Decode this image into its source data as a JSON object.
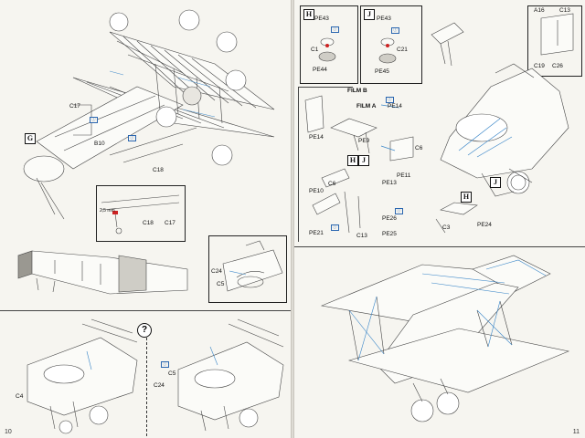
{
  "left_page": {
    "page_number": "10",
    "step_label": "G",
    "parts": {
      "c17": "C17",
      "b10": "B10",
      "c18": "C18",
      "c18_c17": "C18",
      "c17_b": "C17",
      "measure": "2,5 mm",
      "c24_top": "C24",
      "c5_top": "C5",
      "c4": "C4",
      "c24": "C24",
      "c5": "C5"
    },
    "question_mark": "?"
  },
  "right_page": {
    "page_number": "11",
    "step_h": "H",
    "step_j": "J",
    "step_h2": "H",
    "step_j2": "J",
    "parts": {
      "pe43_h": "PE43",
      "c1": "C1",
      "pe44": "PE44",
      "pe43_j": "PE43",
      "c21": "C21",
      "pe45": "PE45",
      "a16": "A16",
      "c13_top": "C13",
      "c19": "C19",
      "c26": "C26",
      "film_b": "FILM B",
      "film_a": "FILM A",
      "pe14_top": "PE14",
      "pe14": "PE14",
      "pe9": "PE9",
      "c6_r": "C6",
      "pe11": "PE11",
      "pe13": "PE13",
      "pe10": "PE10",
      "c6": "C6",
      "pe21": "PE21",
      "c13": "C13",
      "pe26": "PE26",
      "pe25": "PE25",
      "c3": "C3",
      "pe24": "PE24"
    }
  },
  "colors": {
    "paper": "#f6f5f0",
    "line": "#333333",
    "accent_blue": "#3a86c8",
    "highlight_red": "#cc2222"
  }
}
